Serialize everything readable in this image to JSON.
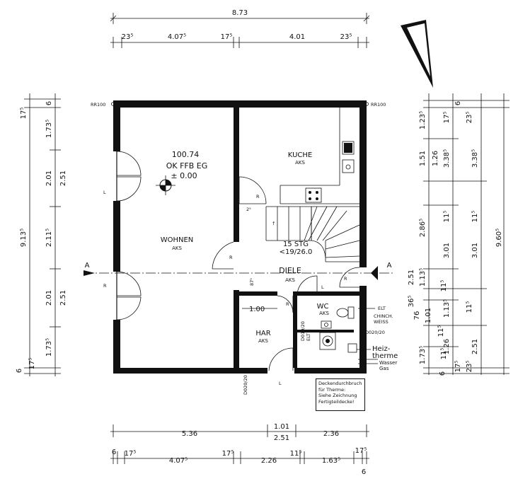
{
  "dimensions": {
    "top_total": "8.73",
    "top_segments": [
      "23⁵",
      "4.07⁵",
      "17⁵",
      "4.01",
      "23⁵"
    ],
    "bottom_row1": [
      "5.36",
      "1.01",
      "2.51",
      "2.36"
    ],
    "bottom_row2": [
      "6",
      "17⁵",
      "4.07⁵",
      "17⁵",
      "2.26",
      "11⁵",
      "1.63⁵",
      "17⁵",
      "6"
    ],
    "left_total": "9.13⁵",
    "left_outer": [
      "17⁵",
      "6",
      "1.73⁵",
      "2.01",
      "2.51",
      "2.11⁵",
      "2.01",
      "2.51",
      "1.73⁵",
      "17⁵",
      "6"
    ],
    "right_total": "9.60⁵",
    "right_col1": [
      "1.23⁵",
      "1.51",
      "1.26",
      "2.86⁵",
      "1.13⁵",
      "2.51",
      "36⁵",
      "76",
      "1.01",
      "1.73⁵",
      "11⁵",
      "11⁵"
    ],
    "right_col2": [
      "17⁵",
      "6",
      "23⁵",
      "3.38⁵",
      "3.38⁵",
      "11⁵",
      "11⁵",
      "3.01",
      "3.01",
      "11⁵",
      "1.13⁵",
      "1.26",
      "2.51",
      "23⁵",
      "17⁵",
      "6",
      "11⁵"
    ]
  },
  "rooms": {
    "wohnen": {
      "name": "WOHNEN",
      "sub": "AKS"
    },
    "kuche": {
      "name": "KUCHE",
      "sub": "AKS"
    },
    "diele": {
      "name": "DIELE",
      "sub": "AKS"
    },
    "wc": {
      "name": "WC",
      "sub": "AKS"
    },
    "har": {
      "name": "HAR",
      "sub": "AKS"
    }
  },
  "level": {
    "value": "100.74",
    "ok": "OK FFB EG",
    "zero": "± 0.00"
  },
  "stair": {
    "count": "15 STG",
    "ratio": "<19/26.0"
  },
  "labels": {
    "rr_left": "RR100",
    "rr_right": "RR100",
    "section_a_left": "A",
    "section_a_right": "A",
    "door_r": "R",
    "door_l": "L",
    "dim_2_5": "2⁵",
    "dim_87_5": "87⁵",
    "dim_1_00": "1.00",
    "elt": "ELT",
    "chinch": "CHINCH.",
    "weiss": "WEISS",
    "d020_20": "D020/20",
    "d010_20": "D010/20",
    "elt2": "ELT",
    "d020_20_b": "D020/20",
    "heiz": "Heiz-",
    "therme": "therme",
    "wasser": "Wasser",
    "gas": "Gas"
  },
  "note": {
    "lines": [
      "Deckendurchbruch",
      "für Therme:",
      "Siehe Zeichnung",
      "Fertigteildecke!"
    ]
  },
  "colors": {
    "ink": "#111111",
    "paper": "#ffffff"
  },
  "icons": [
    "north-arrow-icon",
    "level-marker-icon",
    "sink-icon",
    "stove-icon",
    "toilet-icon",
    "washbasin-icon",
    "boiler-icon"
  ]
}
